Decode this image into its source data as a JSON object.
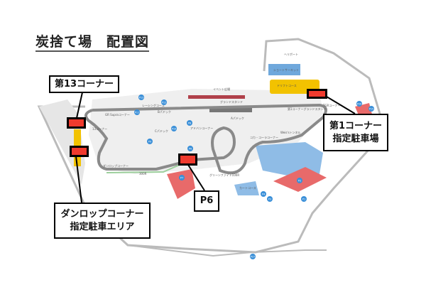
{
  "title": "炭捨て場　配置図",
  "callouts": {
    "corner13": "第13コーナー",
    "corner1_line1": "第1コーナー",
    "corner1_line2": "指定駐車場",
    "p6": "P6",
    "dunlop_line1": "ダンロップコーナー",
    "dunlop_line2": "指定駐車エリア"
  },
  "map_labels": {
    "event_plaza": "イベント広場",
    "grandstand": "グランドスタンド",
    "racing_course": "レーシングコース",
    "b_paddock": "Bパドック",
    "c_paddock": "Cパドック",
    "a_paddock": "Aパドック",
    "gr_supra": "GR Supraコーナー",
    "advan": "アドバンコーナー",
    "dunlop": "ダンロップコーナー",
    "r300": "300R",
    "corner13": "13コーナー",
    "green_fight": "グリーンファイト100R",
    "tgr": "TGRコーナー",
    "c1_stand": "第1コーナーグランドスタンド",
    "tunnel": "Weis'sトンネル",
    "coca_cola": "コカ・コーラコーナー",
    "heliport": "ヘリポート",
    "kart": "カートコース",
    "short_course": "ショートサーキット",
    "drift": "ドリフトコース"
  },
  "parking": [
    "P13",
    "P12",
    "P11",
    "P10",
    "P9",
    "P8",
    "P7",
    "P6",
    "P4",
    "P3",
    "P2",
    "P1",
    "P27",
    "P20",
    "P15"
  ],
  "colors": {
    "marker": "#f03a2e",
    "track": "#8a8a8a",
    "parking": "#e86a6a",
    "water": "#6fa8dc",
    "yellow": "#f2c200"
  }
}
